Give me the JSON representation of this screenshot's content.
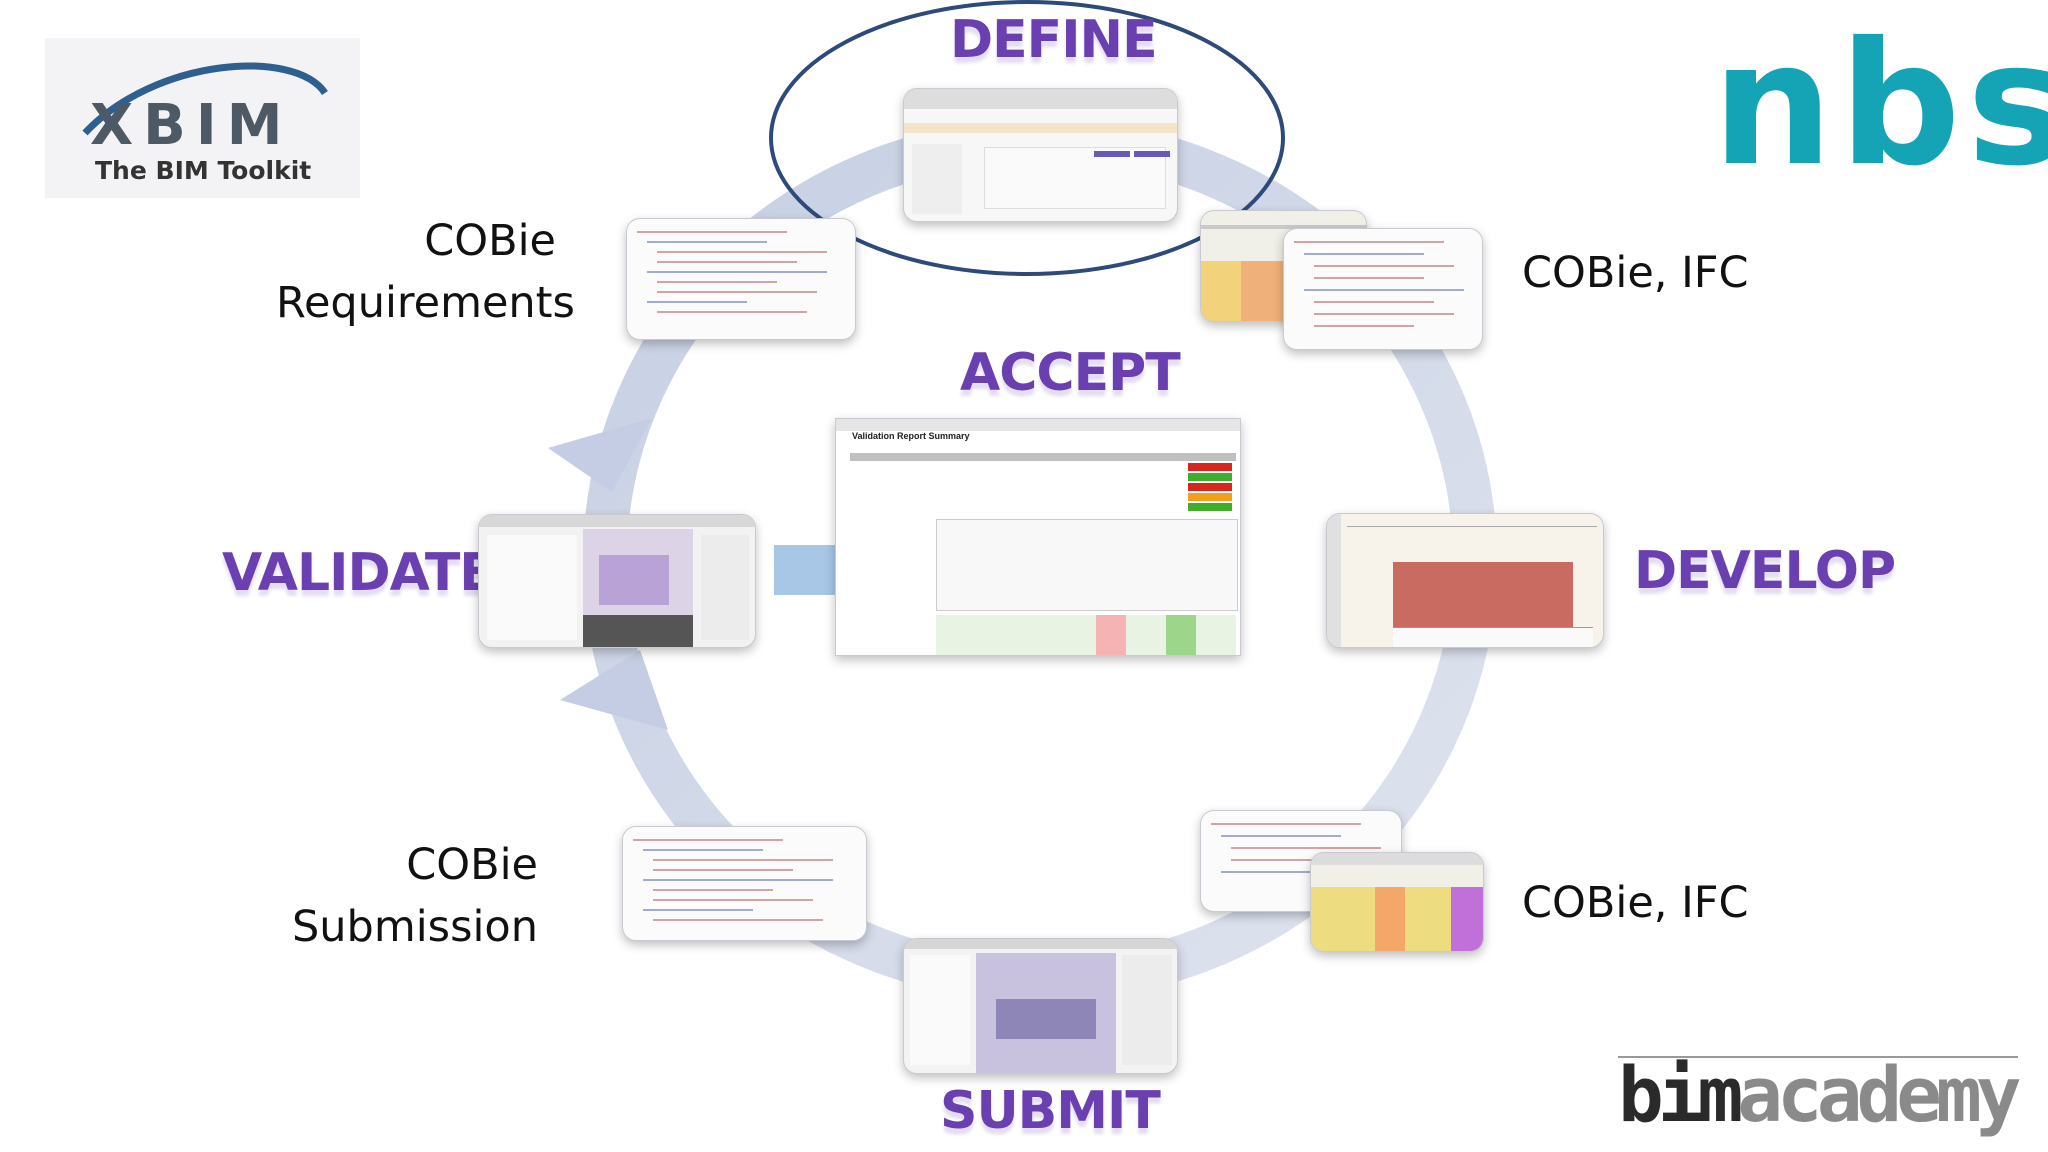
{
  "logos": {
    "xbim_word": "XBIM",
    "xbim_tagline": "The BIM Toolkit",
    "nbs": "nbs",
    "bim_part": "bim",
    "academy_part": "academy"
  },
  "stages": {
    "define": "DEFINE",
    "accept": "ACCEPT",
    "validate": "VALIDATE",
    "develop": "DEVELOP",
    "submit": "SUBMIT"
  },
  "annotations": {
    "cobie_requirements_line1": "COBie",
    "cobie_requirements_line2": "Requirements",
    "cobie_ifc_top": "COBie, IFC",
    "cobie_submission_line1": "COBie",
    "cobie_submission_line2": "Submission",
    "cobie_ifc_bottom": "COBie, IFC"
  },
  "report": {
    "title": "Validation Report Summary"
  },
  "colors": {
    "stage_label": "#6a3fb0",
    "cycle_arrow": "#c9d2e6",
    "highlight_ellipse": "#2e4a7a",
    "nbs_teal": "#14a4b5",
    "flow_arrow": "#a8c6e6"
  }
}
